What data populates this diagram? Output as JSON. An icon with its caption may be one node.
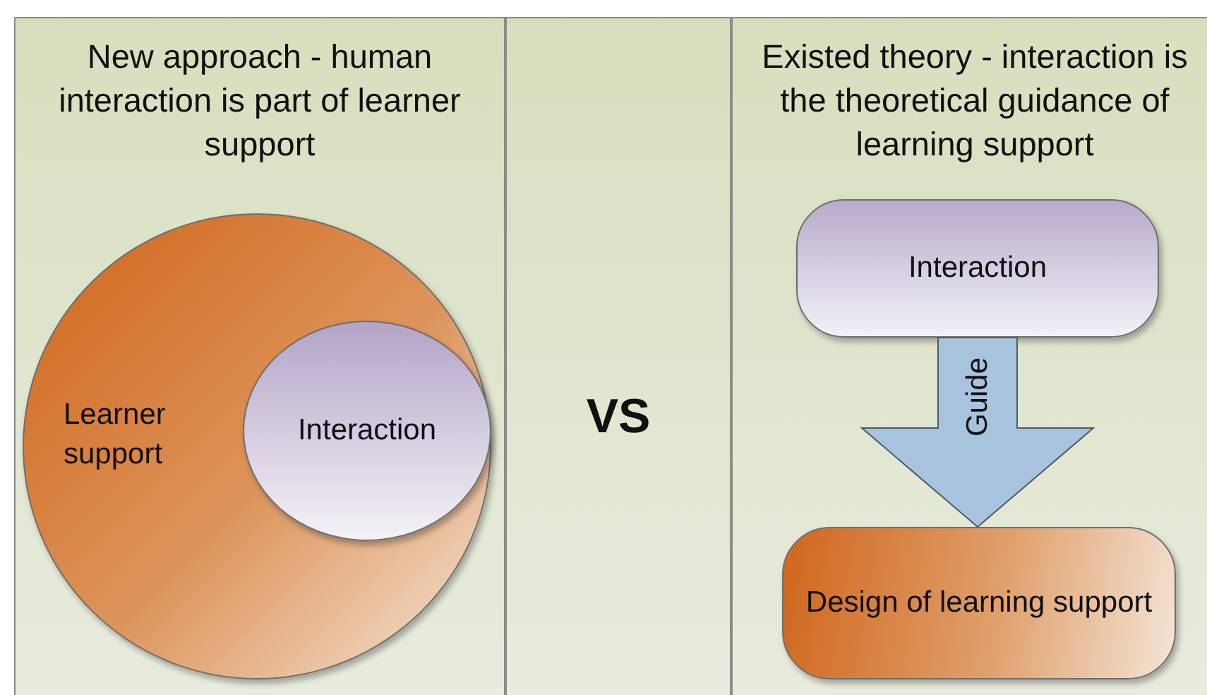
{
  "diagram": {
    "nodes": [
      {
        "text": [
          "New approach - human interaction is part of learner support"
        ]
      },
      {
        "text": [
          "Learner support"
        ],
        "in": 0
      },
      {
        "text": [
          "Interaction"
        ],
        "in": 1
      },
      {
        "text": [
          "VS"
        ]
      },
      {
        "text": [
          "Existed theory - interaction is the theoretical guidance of learning support"
        ]
      },
      {
        "text": [
          "Interaction"
        ],
        "in": 4
      },
      {
        "text": [
          "Design of learning support"
        ],
        "in": 4
      }
    ],
    "edges": [
      {
        "from": 5,
        "to": 6,
        "arrow": "to",
        "label": "Guide",
        "style": "thick"
      }
    ]
  }
}
